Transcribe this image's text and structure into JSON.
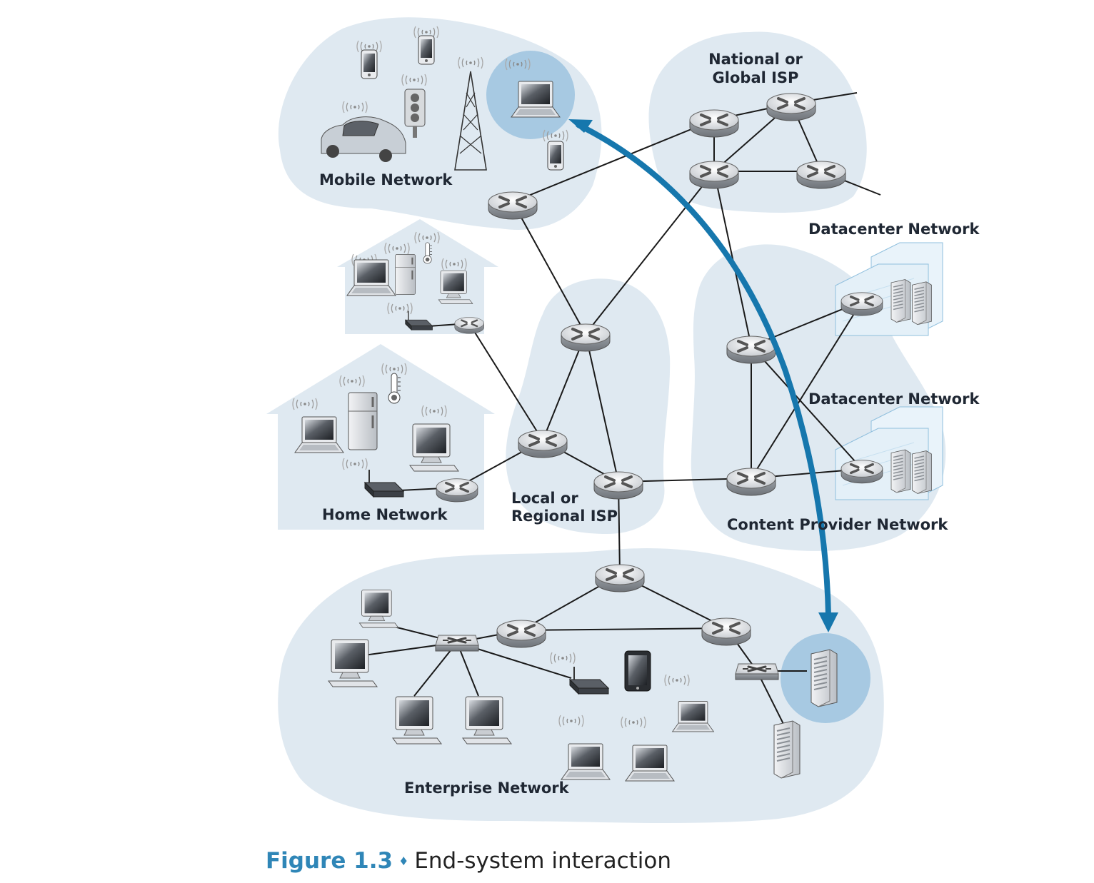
{
  "figure": {
    "number": "Figure 1.3",
    "separator": "♦",
    "title": "End-system interaction"
  },
  "regions": {
    "mobile": "Mobile Network",
    "national_isp_line1": "National or",
    "national_isp_line2": "Global ISP",
    "datacenter_1": "Datacenter Network",
    "datacenter_2": "Datacenter Network",
    "home": "Home Network",
    "local_isp_line1": "Local or",
    "local_isp_line2": "Regional ISP",
    "content_provider": "Content Provider Network",
    "enterprise": "Enterprise Network"
  },
  "colors": {
    "cloud_fill": "#dfe9f1",
    "highlight_circle": "#a7c9e2",
    "arrow": "#1677ad",
    "caption_accent": "#2f86b7"
  },
  "icons": {
    "router": "router-icon",
    "switch": "switch-icon",
    "laptop": "laptop-icon",
    "desktop": "desktop-icon",
    "phone": "smartphone-icon",
    "tablet": "tablet-icon",
    "server": "server-icon",
    "car": "car-icon",
    "traffic_light": "traffic-light-icon",
    "tower": "cell-tower-icon",
    "fridge": "refrigerator-icon",
    "thermometer": "thermometer-icon",
    "wifi_router": "wireless-router-icon",
    "datacenter": "datacenter-icon"
  }
}
